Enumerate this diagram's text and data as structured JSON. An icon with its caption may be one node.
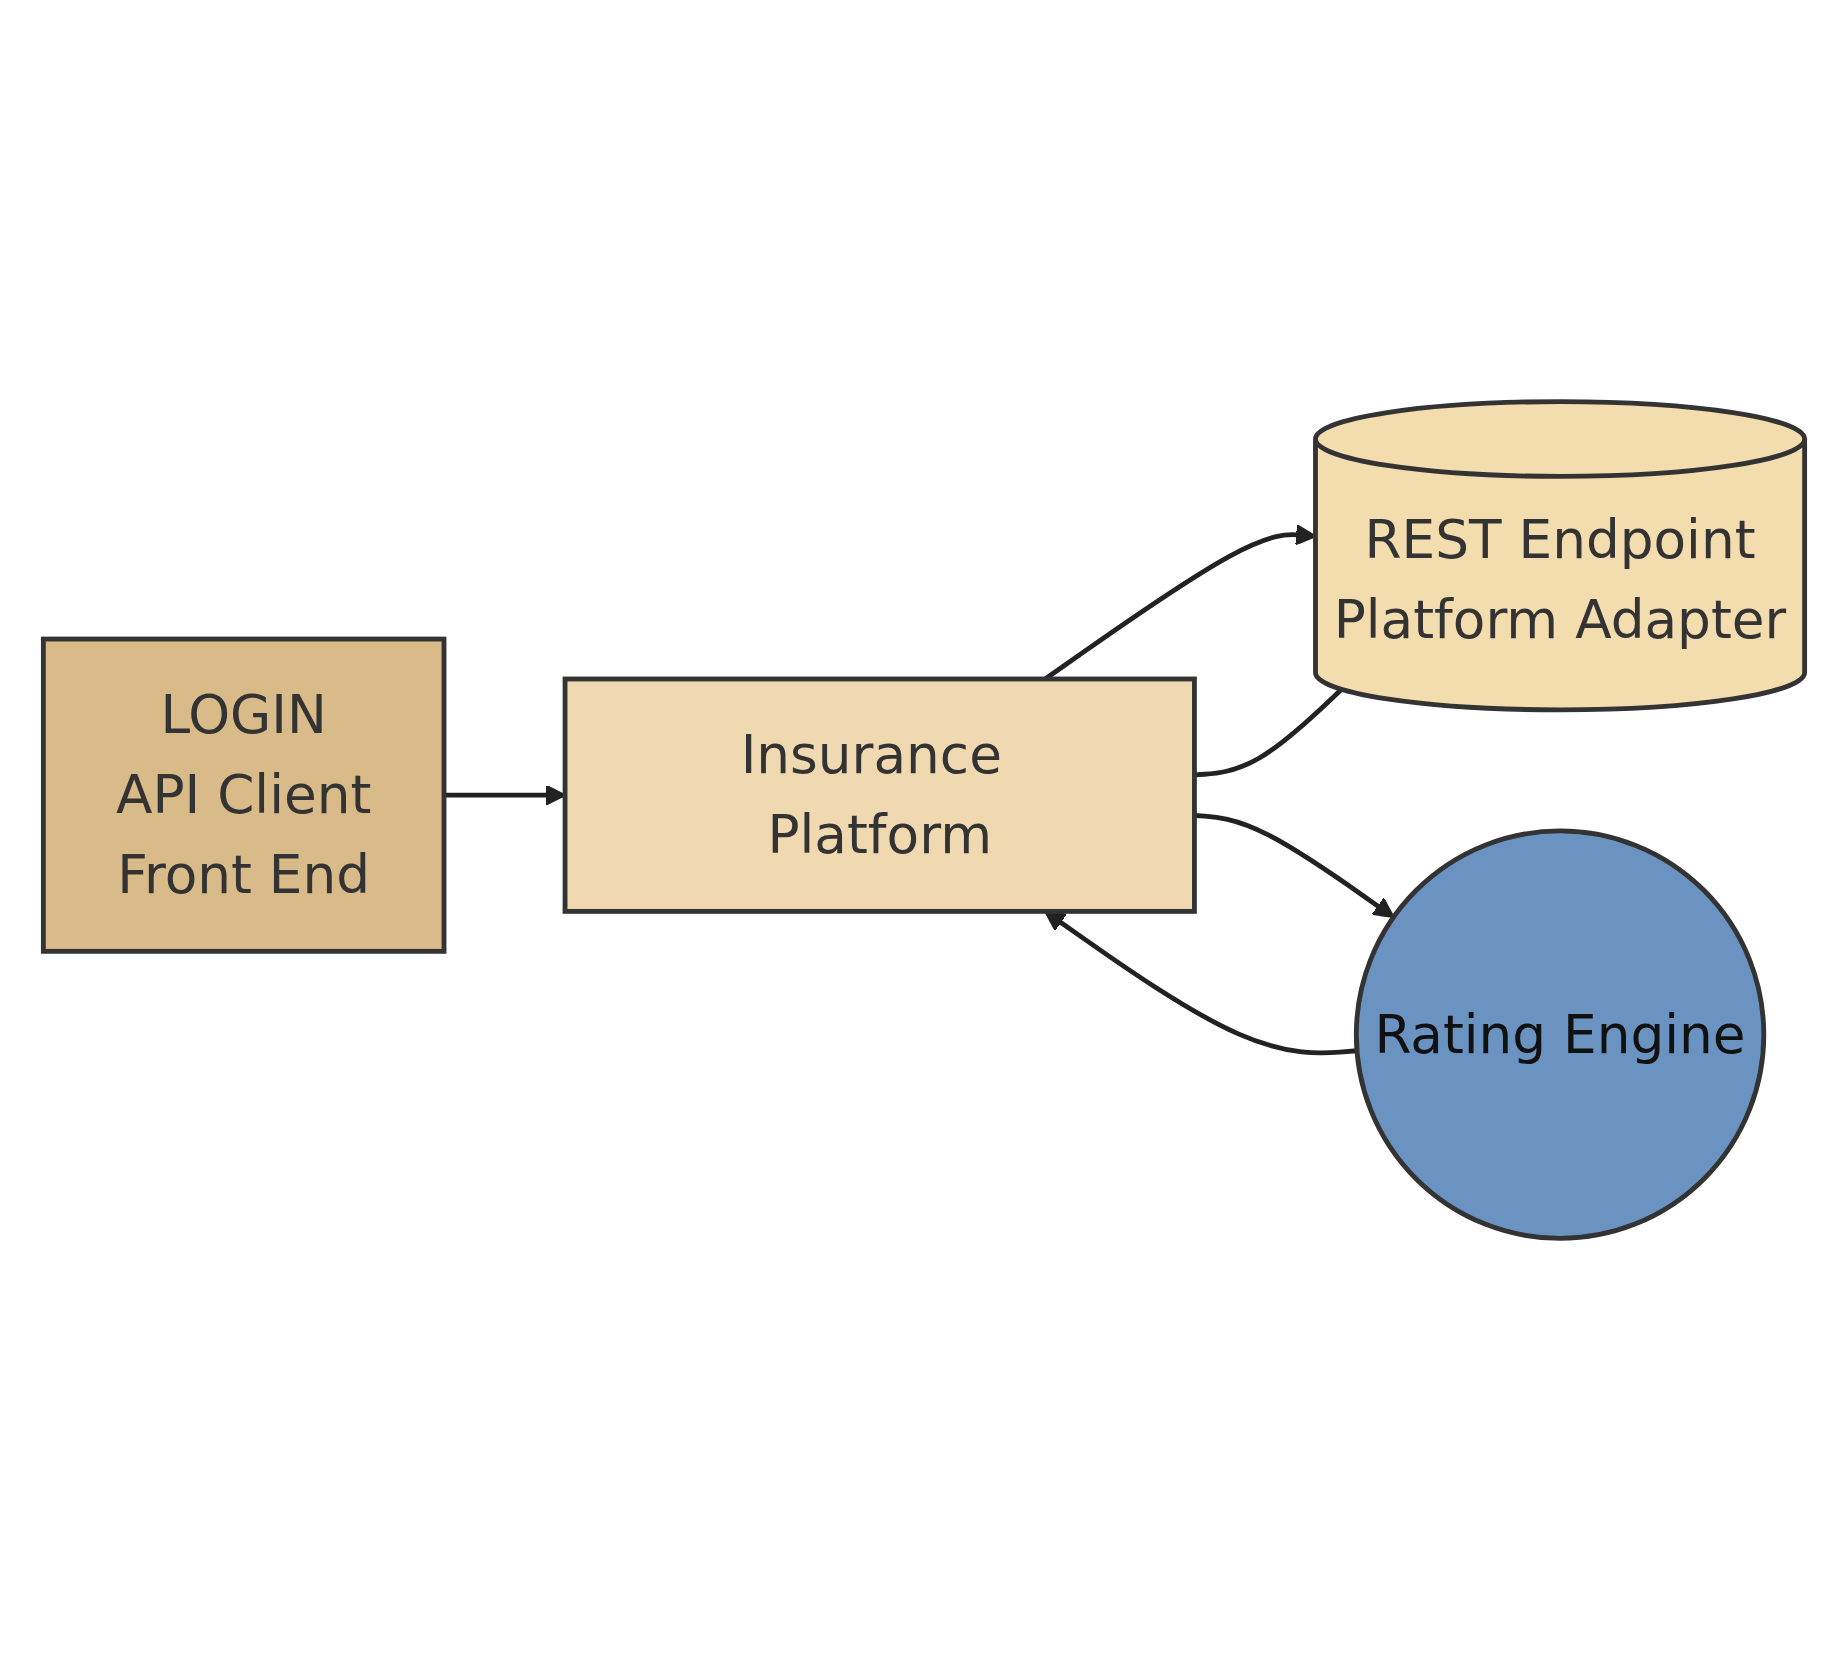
{
  "diagram": {
    "nodes": [
      {
        "text": [
          "LOGIN",
          "API Client",
          "Front End"
        ]
      },
      {
        "text": [
          "Insurance Platform"
        ]
      },
      {
        "text": [
          "REST Endpoint",
          "Platform Adapter"
        ]
      },
      {
        "text": [
          "Rating Engine"
        ]
      }
    ],
    "edges": [
      {
        "from": 0,
        "to": 1,
        "arrow": "to"
      },
      {
        "from": 1,
        "to": 2,
        "arrow": "to"
      },
      {
        "from": 1,
        "to": 2,
        "arrow": "none"
      },
      {
        "from": 1,
        "to": 3,
        "arrow": "to"
      },
      {
        "from": 3,
        "to": 1,
        "arrow": "to"
      }
    ]
  }
}
